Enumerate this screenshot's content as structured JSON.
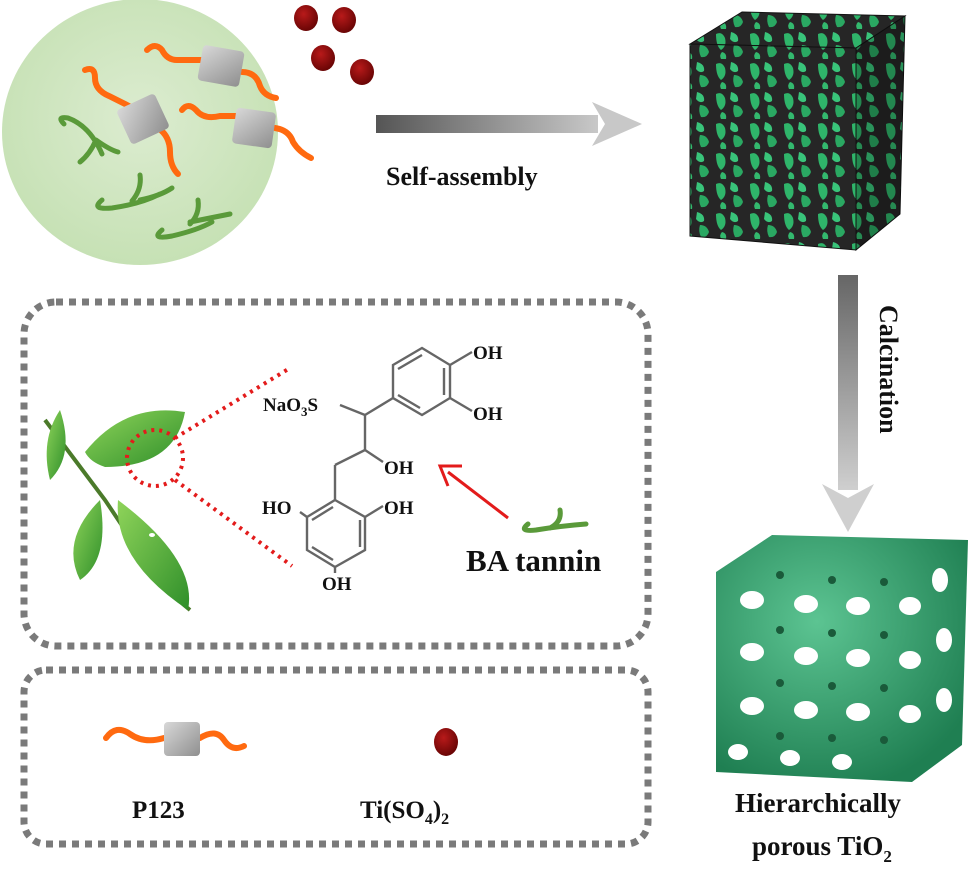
{
  "arrows": {
    "self_assembly": "Self-assembly",
    "calcination": "Calcination"
  },
  "product": {
    "line1": "Hierarchically",
    "line2_main": "porous TiO",
    "line2_sub": "2"
  },
  "structure": {
    "sulfonate_a": "NaO",
    "sulfonate_sub": "3",
    "sulfonate_b": "S",
    "oh_top": "OH",
    "oh_upper": "OH",
    "oh_mid": "OH",
    "ho_left": "HO",
    "oh_right": "OH",
    "oh_bottom": "OH",
    "tannin_label": "BA tannin"
  },
  "legend": {
    "p123": "P123",
    "ti_a": "Ti(SO",
    "ti_sub1": "4",
    "ti_b": ")",
    "ti_sub2": "2"
  },
  "colors": {
    "p123_tail": "#ff6a10",
    "p123_core": "#b0b0b0",
    "tannin": "#5a9a3a",
    "ti_precursor": "#8e0b0b",
    "tio2": "#35a06f",
    "dotted_box": "#7a7a7a",
    "callout": "#e31b1b"
  }
}
